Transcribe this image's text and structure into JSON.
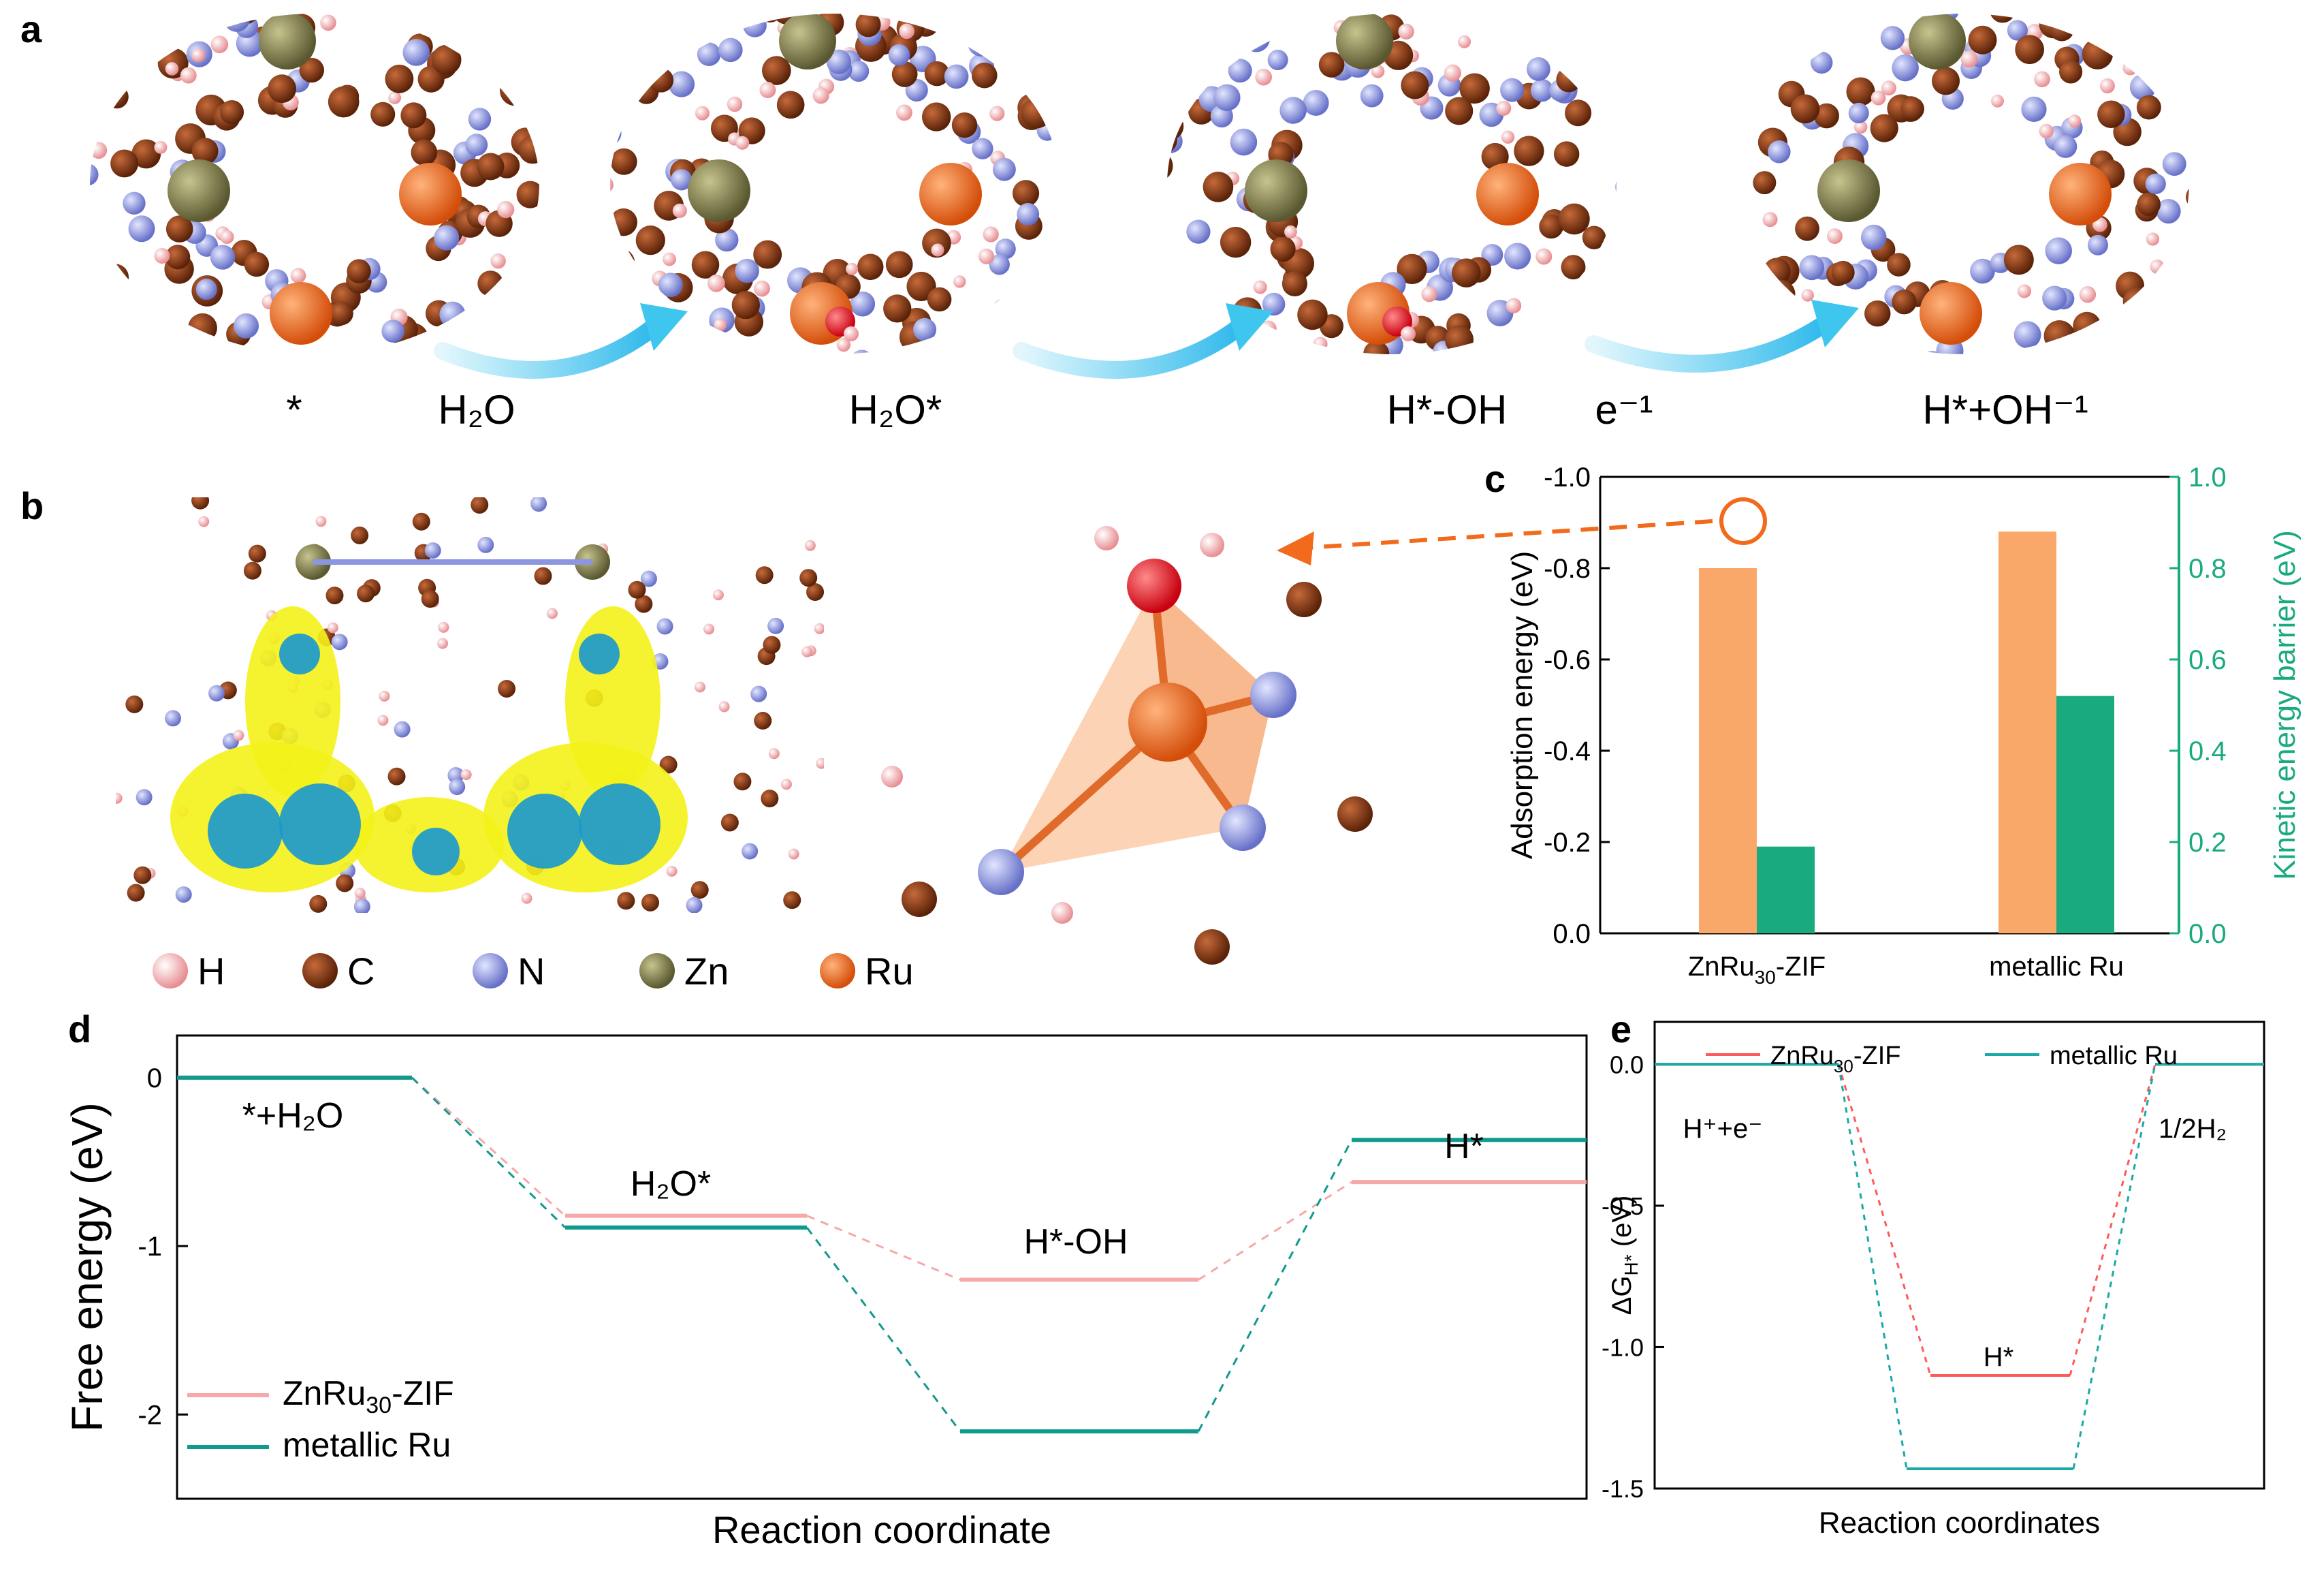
{
  "panel_a": {
    "letter": "a",
    "steps": [
      {
        "label": "*",
        "arrow_label": "H₂O"
      },
      {
        "label": "H₂O*",
        "arrow_label": ""
      },
      {
        "label": "H*-OH",
        "arrow_label": "e⁻¹"
      },
      {
        "label": "H*+OH⁻¹",
        "arrow_label": ""
      }
    ]
  },
  "panel_b": {
    "letter": "b",
    "legend": [
      {
        "symbol": "H",
        "color": "#f4b6b8"
      },
      {
        "symbol": "C",
        "color": "#8b3a12"
      },
      {
        "symbol": "N",
        "color": "#8c95e0"
      },
      {
        "symbol": "Zn",
        "color": "#7c7a48"
      },
      {
        "symbol": "Ru",
        "color": "#f26a1b"
      }
    ]
  },
  "colors": {
    "orange_bar": "#f9a86a",
    "green_bar": "#1aaa80",
    "green_axis": "#1aaa80",
    "pink_line": "#f5a9a9",
    "teal_line": "#0f9a8e",
    "red_line": "#ff5a5a",
    "cyan_line": "#1ba8a8",
    "callout": "#f26a1b",
    "arrow": "#3ec6ee"
  },
  "chart_data": [
    {
      "panel": "c",
      "type": "bar",
      "categories": [
        "ZnRu30-ZIF",
        "metallic Ru"
      ],
      "series": [
        {
          "axis": "left",
          "values": [
            -0.8,
            -0.88
          ]
        },
        {
          "axis": "right",
          "values": [
            0.19,
            0.52
          ]
        }
      ],
      "ylabel": "Adsorption energy (eV)",
      "ylabel2": "Kinetic energy barrier (eV)",
      "ylim": [
        0.0,
        -1.0
      ],
      "ylim2": [
        0.0,
        1.0
      ],
      "yticks": [
        "0.0",
        "-0.2",
        "-0.4",
        "-0.6",
        "-0.8",
        "-1.0"
      ],
      "yticks2": [
        "0.0",
        "0.2",
        "0.4",
        "0.6",
        "0.8",
        "1.0"
      ],
      "xticklabels": [
        {
          "pre": "ZnRu",
          "sub": "30",
          "post": "-ZIF"
        },
        {
          "pre": "metallic Ru",
          "sub": "",
          "post": ""
        }
      ]
    },
    {
      "panel": "d",
      "type": "line",
      "ylabel": "Free energy (eV)",
      "xlabel": "Reaction coordinate",
      "ylim": [
        -2.5,
        0.25
      ],
      "yticks": [
        "0",
        "-1",
        "-2"
      ],
      "states": [
        {
          "label": "*+H₂O"
        },
        {
          "label": "H₂O*"
        },
        {
          "label": "H*-OH"
        },
        {
          "label": "H*"
        }
      ],
      "series": [
        {
          "name": "ZnRu30-ZIF",
          "legend": {
            "pre": "ZnRu",
            "sub": "30",
            "post": "-ZIF"
          },
          "values": [
            0.0,
            -0.82,
            -1.2,
            -0.62
          ]
        },
        {
          "name": "metallic Ru",
          "legend": {
            "pre": "metallic Ru",
            "sub": "",
            "post": ""
          },
          "values": [
            0.0,
            -0.89,
            -2.1,
            -0.37
          ]
        }
      ]
    },
    {
      "panel": "e",
      "type": "line",
      "ylabel": "ΔG",
      "ylabel_sub": "H*",
      "ylabel_unit": " (eV)",
      "xlabel": "Reaction coordinates",
      "ylim": [
        -1.5,
        0.15
      ],
      "yticks": [
        "0.0",
        "-0.5",
        "-1.0",
        "-1.5"
      ],
      "states": [
        {
          "label": "H⁺+e⁻"
        },
        {
          "label": "H*"
        },
        {
          "label": "1/2H₂"
        }
      ],
      "series": [
        {
          "name": "ZnRu30-ZIF",
          "legend": {
            "pre": "ZnRu",
            "sub": "30",
            "post": "-ZIF"
          },
          "values": [
            0.0,
            -1.1,
            0.0
          ]
        },
        {
          "name": "metallic Ru",
          "legend": {
            "pre": "metallic Ru",
            "sub": "",
            "post": ""
          },
          "values": [
            0.0,
            -1.43,
            0.0
          ]
        }
      ]
    }
  ]
}
